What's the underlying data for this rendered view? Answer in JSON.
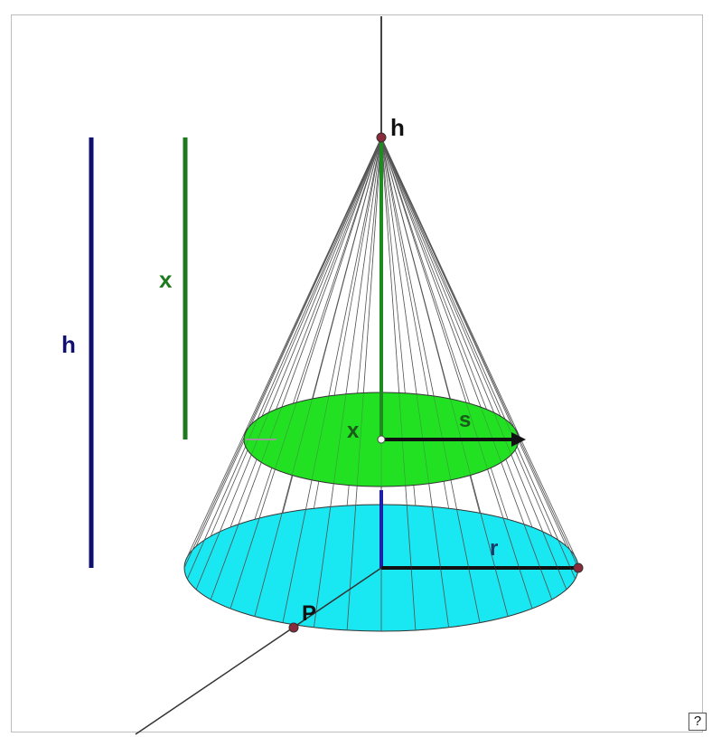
{
  "labels": {
    "apex": "h",
    "height_bar": "h",
    "x_bar": "x",
    "x_disc": "x",
    "s": "s",
    "r": "r",
    "p": "P"
  },
  "help_button": {
    "label": "?"
  },
  "colors": {
    "height_bar": "#10106e",
    "x_bar": "#1f7a1f",
    "slice_fill": "#22e022",
    "base_fill": "#19e8f2",
    "axis_green": "#1f8a1f",
    "axis_blue": "#1a1ab0",
    "point": "#8b2a3a",
    "generator_lines": "#555555"
  }
}
